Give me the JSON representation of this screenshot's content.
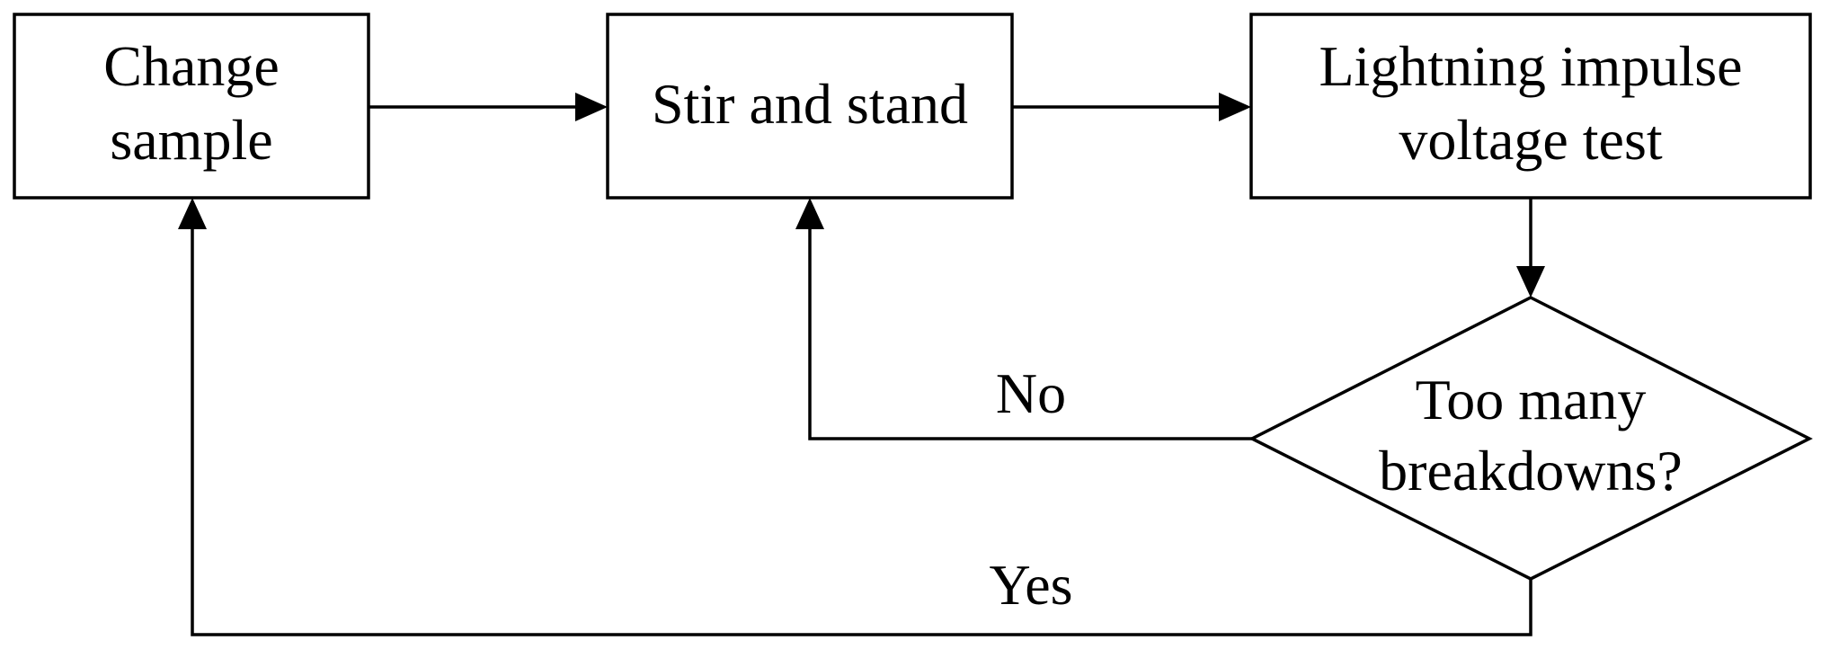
{
  "nodes": {
    "change_sample": {
      "lines": [
        "Change",
        "sample"
      ]
    },
    "stir_and_stand": {
      "lines": [
        "Stir and stand"
      ]
    },
    "lightning_test": {
      "lines": [
        "Lightning impulse",
        "voltage test"
      ]
    },
    "decision": {
      "lines": [
        "Too many",
        "breakdowns?"
      ]
    }
  },
  "edges": {
    "no_label": "No",
    "yes_label": "Yes"
  }
}
